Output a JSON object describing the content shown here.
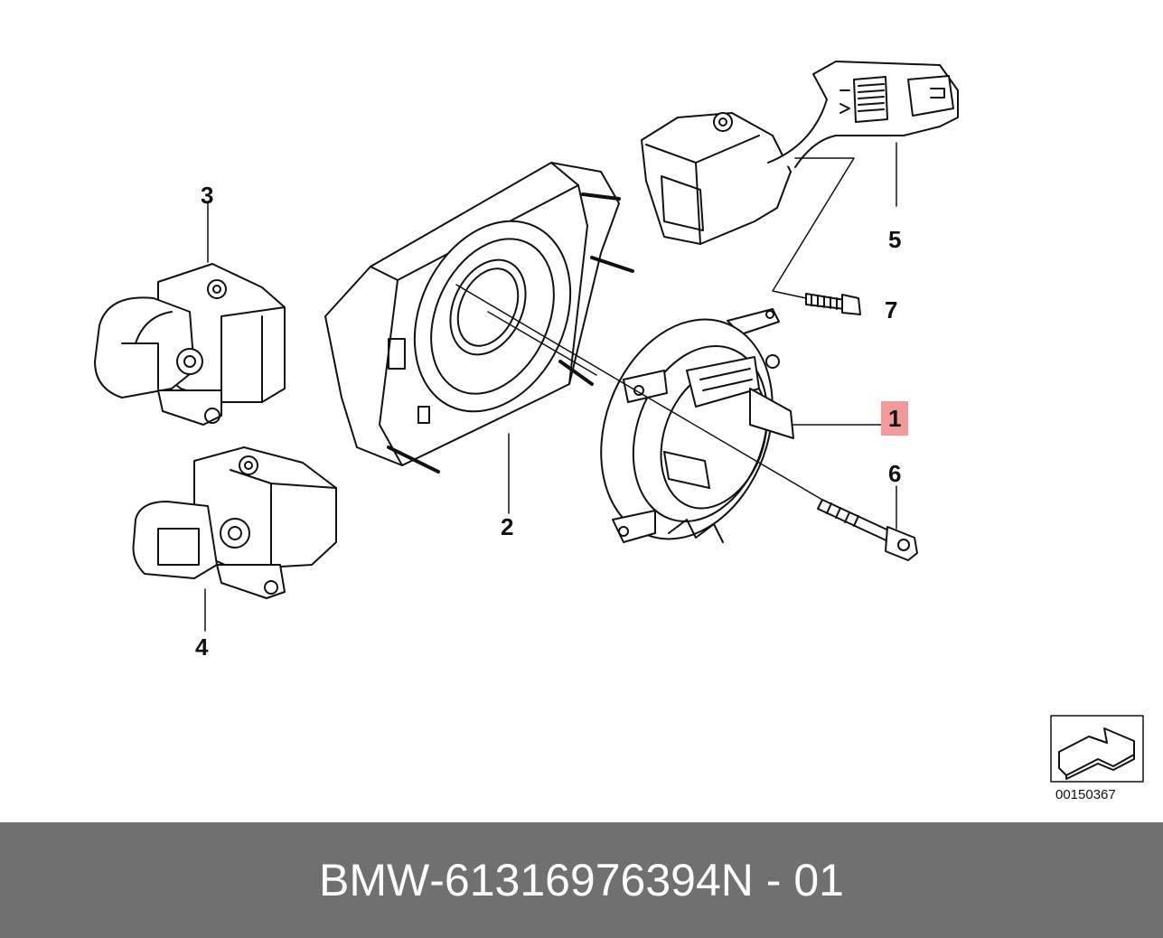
{
  "callouts": {
    "c1": "1",
    "c2": "2",
    "c3": "3",
    "c4": "4",
    "c5": "5",
    "c6": "6",
    "c7": "7"
  },
  "highlight_color": "#f29a9a",
  "diagram_id": "00150367",
  "footer": {
    "brand": "BMW",
    "separator": "-",
    "part_number": "61316976394",
    "suffix": "N - 01",
    "background": "#707070"
  }
}
